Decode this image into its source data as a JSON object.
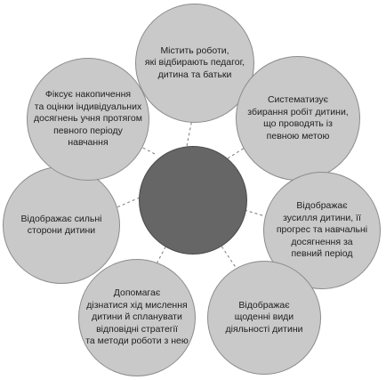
{
  "diagram": {
    "colors": {
      "petal_fill": "#c9c9c9",
      "hub_fill": "#666666",
      "connector": "#7a7a7a"
    },
    "center": {
      "label": ""
    },
    "nodes": [
      {
        "id": "top",
        "lines": [
          "Містить роботи,",
          "які відбирають педагог,",
          "дитина та батьки"
        ]
      },
      {
        "id": "upper-right",
        "lines": [
          "Систематизує",
          "збирання робіт дитини,",
          "що проводять із",
          "певною метою"
        ]
      },
      {
        "id": "right",
        "lines": [
          "Відображає",
          "зусилля дитини, її",
          "прогрес та навчальні",
          "досягнення за",
          "певний період"
        ]
      },
      {
        "id": "lower-right",
        "lines": [
          "Відображає",
          "щоденні види",
          "діяльності дитини"
        ]
      },
      {
        "id": "lower-left",
        "lines": [
          "Допомагає",
          "дізнатися хід мислення",
          "дитини й спланувати",
          "відповідні стратегії",
          "та методи роботи з нею"
        ]
      },
      {
        "id": "left",
        "lines": [
          "Відображає сильні",
          "сторони дитини"
        ]
      },
      {
        "id": "upper-left",
        "lines": [
          "Фіксує накопичення",
          "та оцінки індивідуальних",
          "досягнень учня протягом",
          "певного періоду",
          "навчання"
        ]
      }
    ]
  }
}
